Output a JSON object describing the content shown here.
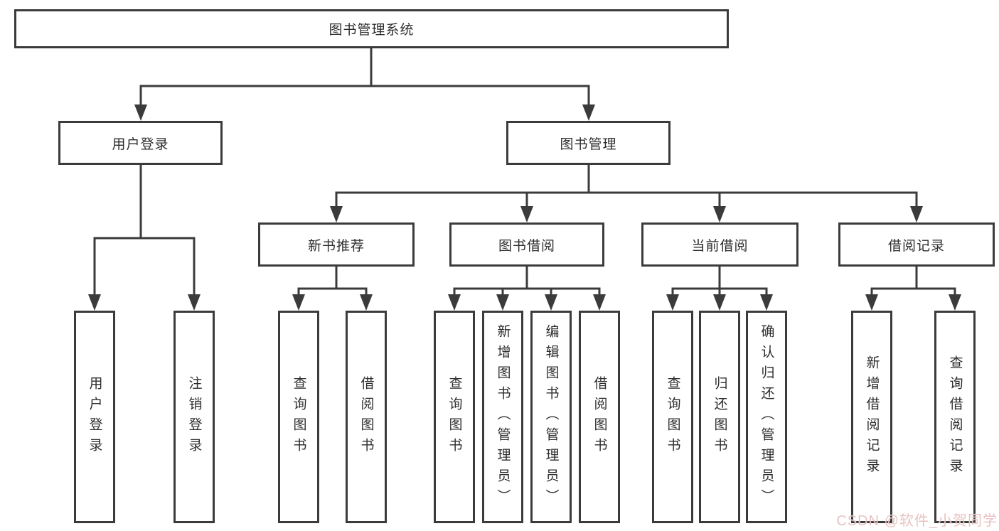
{
  "diagram": {
    "root": "图书管理系统",
    "level2": [
      "用户登录",
      "图书管理"
    ],
    "level3": [
      "新书推荐",
      "图书借阅",
      "当前借阅",
      "借阅记录"
    ],
    "leaves_user_login": [
      "用户登录",
      "注销登录"
    ],
    "leaves_new_book": [
      "查询图书",
      "借阅图书"
    ],
    "leaves_book_borrow": [
      "查询图书",
      "新增图书（管理员）",
      "编辑图书（管理员）",
      "借阅图书"
    ],
    "leaves_current_borrow": [
      "查询图书",
      "归还图书",
      "确认归还（管理员）"
    ],
    "leaves_borrow_record": [
      "新增借阅记录",
      "查询借阅记录"
    ],
    "watermark": "CSDN @软件_小贺同学",
    "colors": {
      "line": "#3b3b3b",
      "box_border": "#3b3b3b",
      "text": "#2d2d2d",
      "watermark": "#e7bfbf",
      "background": "#ffffff"
    }
  }
}
